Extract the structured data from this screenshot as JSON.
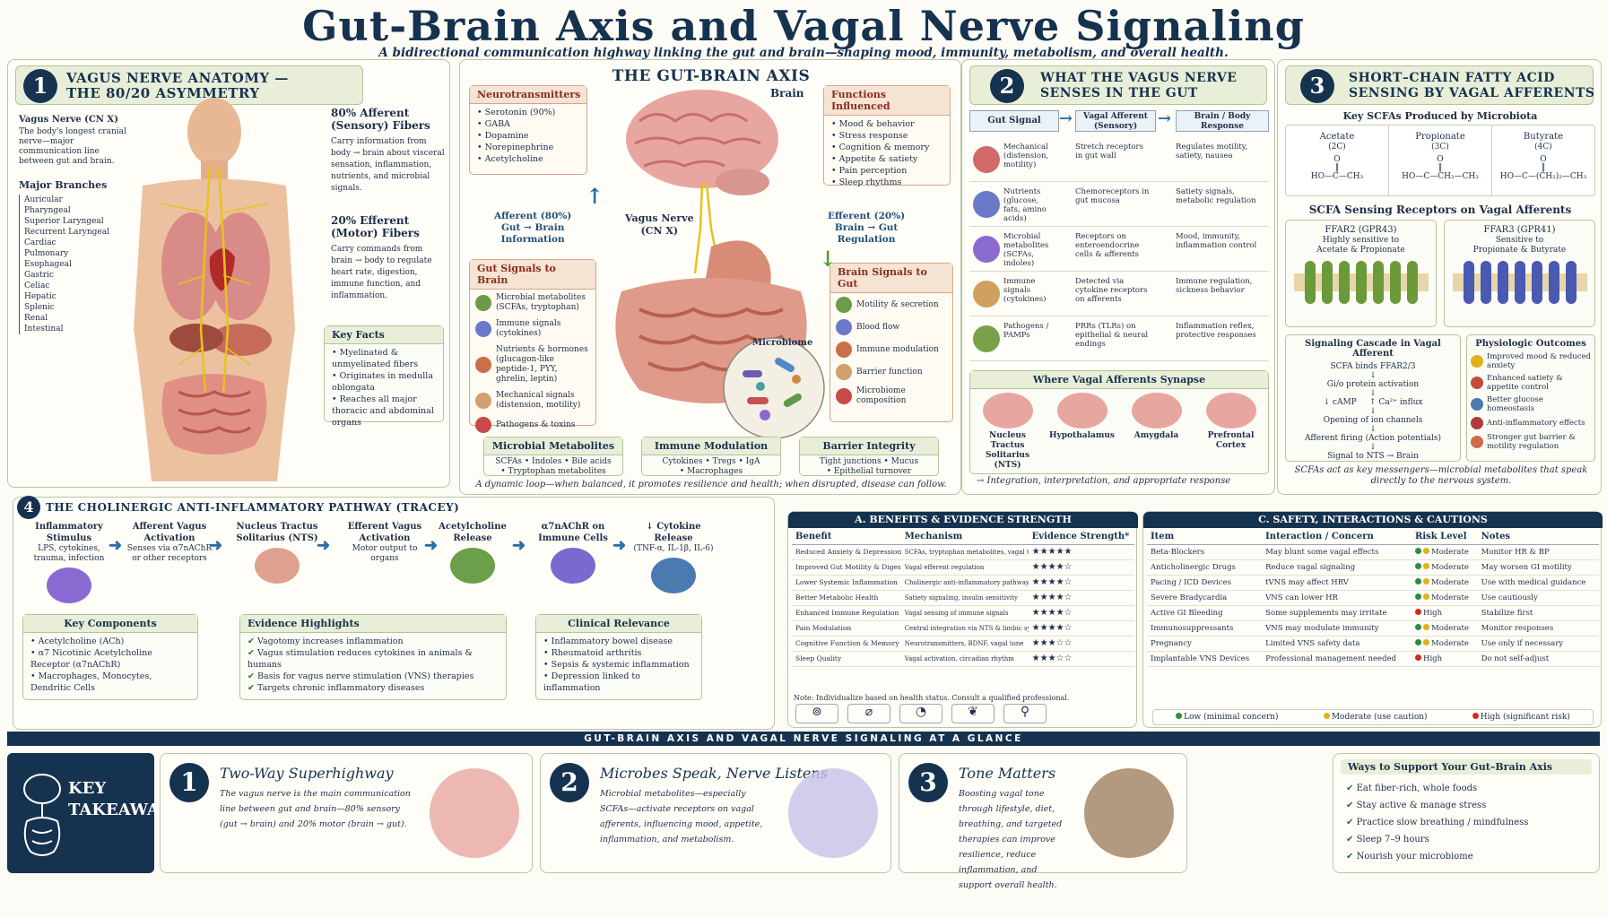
{
  "title": "Gut-Brain Axis and Vagal Nerve Signaling",
  "subtitle": "A bidirectional communication highway linking the gut and brain—shaping mood, immunity, metabolism, and overall health.",
  "s1": {
    "num": "1",
    "title": "VAGUS NERVE ANATOMY —\nTHE 80/20 ASYMMETRY",
    "vagus_title": "Vagus Nerve (CN X)",
    "vagus_desc": "The body's longest cranial nerve—major communication line between gut and brain.",
    "branches_title": "Major Branches",
    "branches": [
      "Auricular",
      "Pharyngeal",
      "Superior Laryngeal",
      "Recurrent Laryngeal",
      "Cardiac",
      "Pulmonary",
      "Esophageal",
      "Gastric",
      "Celiac",
      "Hepatic",
      "Splenic",
      "Renal",
      "Intestinal"
    ],
    "aff_title": "80% Afferent (Sensory) Fibers",
    "aff_desc": "Carry information from body → brain about visceral sensation, inflammation, nutrients, and microbial signals.",
    "eff_title": "20% Efferent (Motor) Fibers",
    "eff_desc": "Carry commands from brain → body to regulate heart rate, digestion, immune function, and inflammation.",
    "facts_title": "Key Facts",
    "facts": [
      "Myelinated & unmyelinated fibers",
      "Originates in medulla oblongata",
      "Reaches all major thoracic and abdominal organs"
    ]
  },
  "axis": {
    "title": "THE GUT-BRAIN AXIS",
    "brain": "Brain",
    "vagus": "Vagus Nerve\n(CN X)",
    "afferent": "Afferent (80%)\nGut → Brain\nInformation",
    "efferent": "Efferent (20%)\nBrain → Gut\nRegulation",
    "microbiome": "Microbiome",
    "nt_title": "Neurotransmitters",
    "nt": [
      "Serotonin (90%)",
      "GABA",
      "Dopamine",
      "Norepinephrine",
      "Acetylcholine"
    ],
    "fn_title": "Functions Influenced",
    "fn": [
      "Mood & behavior",
      "Stress response",
      "Cognition & memory",
      "Appetite & satiety",
      "Pain perception",
      "Sleep rhythms"
    ],
    "g2b_title": "Gut Signals to Brain",
    "g2b": [
      "Microbial metabolites (SCFAs, tryptophan)",
      "Immune signals (cytokines)",
      "Nutrients & hormones (glucagon-like peptide-1, PYY, ghrelin, leptin)",
      "Mechanical signals (distension, motility)",
      "Pathogens & toxins"
    ],
    "b2g_title": "Brain Signals to Gut",
    "b2g": [
      "Motility & secretion",
      "Blood flow",
      "Immune modulation",
      "Barrier function",
      "Microbiome composition"
    ],
    "mm_title": "Microbial Metabolites",
    "mm": "SCFAs • Indoles • Bile acids\n• Tryptophan metabolites",
    "im_title": "Immune Modulation",
    "im": "Cytokines • Tregs • IgA\n• Macrophages",
    "bi_title": "Barrier Integrity",
    "bi": "Tight junctions • Mucus\n• Epithelial turnover",
    "footer": "A dynamic loop—when balanced, it promotes resilience and health; when disrupted, disease can follow."
  },
  "s2": {
    "num": "2",
    "title": "WHAT THE VAGUS NERVE\nSENSES IN THE GUT",
    "col1": "Gut Signal",
    "col2": "Vagal Afferent\n(Sensory)",
    "col3": "Brain / Body\nResponse",
    "rows": [
      {
        "sig": "Mechanical (distension, motility)",
        "aff": "Stretch receptors in gut wall",
        "resp": "Regulates motility, satiety, nausea"
      },
      {
        "sig": "Nutrients (glucose, fats, amino acids)",
        "aff": "Chemoreceptors in gut mucosa",
        "resp": "Satiety signals, metabolic regulation"
      },
      {
        "sig": "Microbial metabolites (SCFAs, indoles)",
        "aff": "Receptors on enteroendocrine cells & afferents",
        "resp": "Mood, immunity, inflammation control"
      },
      {
        "sig": "Immune signals (cytokines)",
        "aff": "Detected via cytokine receptors on afferents",
        "resp": "Immune regulation, sickness behavior"
      },
      {
        "sig": "Pathogens / PAMPs",
        "aff": "PRRs (TLRs) on epithelial & neural endings",
        "resp": "Inflammation reflex, protective responses"
      }
    ],
    "syn_title": "Where Vagal Afferents Synapse",
    "syn": [
      "Nucleus Tractus Solitarius (NTS)",
      "Hypothalamus",
      "Amygdala",
      "Prefrontal Cortex"
    ],
    "syn_foot": "→ Integration, interpretation, and appropriate response"
  },
  "s3": {
    "num": "3",
    "title": "SHORT–CHAIN FATTY ACID\nSENSING BY VAGAL AFFERENTS",
    "key_title": "Key SCFAs Produced by Microbiota",
    "scfa": [
      {
        "n": "Acetate",
        "c": "(2C)",
        "f": "HO—C—CH₃"
      },
      {
        "n": "Propionate",
        "c": "(3C)",
        "f": "HO—C—CH₂—CH₃"
      },
      {
        "n": "Butyrate",
        "c": "(4C)",
        "f": "HO—C—(CH₂)₂—CH₃"
      }
    ],
    "rec_title": "SCFA Sensing Receptors on Vagal Afferents",
    "rec": [
      {
        "n": "FFAR2 (GPR43)",
        "d": "Highly sensitive to\nAcetate & Propionate"
      },
      {
        "n": "FFAR3 (GPR41)",
        "d": "Sensitive to\nPropionate & Butyrate"
      }
    ],
    "casc_title": "Signaling Cascade in Vagal Afferent",
    "casc": [
      "SCFA binds FFAR2/3",
      "Gi/o protein activation",
      "↓ cAMP     ↑ Ca²⁺ influx",
      "Opening of ion channels",
      "Afferent firing (Action potentials)",
      "Signal to NTS → Brain"
    ],
    "out_title": "Physiologic Outcomes",
    "out": [
      "Improved mood & reduced anxiety",
      "Enhanced satiety & appetite control",
      "Better glucose homeostasis",
      "Anti-inflammatory effects",
      "Stronger gut barrier & motility regulation"
    ],
    "foot": "SCFAs act as key messengers—microbial metabolites that speak directly to the nervous system."
  },
  "s4": {
    "num": "4",
    "title": "THE CHOLINERGIC ANTI-INFLAMMATORY PATHWAY (TRACEY)",
    "steps": [
      {
        "t": "Inflammatory Stimulus",
        "d": "LPS, cytokines, trauma, infection"
      },
      {
        "t": "Afferent Vagus Activation",
        "d": "Senses via α7nAChR or other receptors"
      },
      {
        "t": "Nucleus Tractus Solitarius (NTS)",
        "d": ""
      },
      {
        "t": "Efferent Vagus Activation",
        "d": "Motor output to organs"
      },
      {
        "t": "Acetylcholine Release",
        "d": ""
      },
      {
        "t": "α7nAChR on Immune Cells",
        "d": ""
      },
      {
        "t": "↓ Cytokine Release",
        "d": "(TNF-α, IL-1β, IL-6)"
      }
    ],
    "kc_title": "Key Components",
    "kc": [
      "Acetylcholine (ACh)",
      "α7 Nicotinic Acetylcholine Receptor (α7nAChR)",
      "Macrophages, Monocytes, Dendritic Cells"
    ],
    "ev_title": "Evidence Highlights",
    "ev": [
      "Vagotomy increases inflammation",
      "Vagus stimulation reduces cytokines in animals & humans",
      "Basis for vagus nerve stimulation (VNS) therapies",
      "Targets chronic inflammatory diseases"
    ],
    "cr_title": "Clinical Relevance",
    "cr": [
      "Inflammatory bowel disease",
      "Rheumatoid arthritis",
      "Sepsis & systemic inflammation",
      "Depression linked to inflammation"
    ]
  },
  "a": {
    "title": "A. BENEFITS & EVIDENCE STRENGTH",
    "cols": [
      "Benefit",
      "Mechanism",
      "Evidence Strength*"
    ],
    "rows": [
      [
        "Reduced Anxiety & Depression",
        "SCFAs, tryptophan metabolites, vagal tone",
        "★★★★★"
      ],
      [
        "Improved Gut Motility & Digestion",
        "Vagal efferent regulation",
        "★★★★☆"
      ],
      [
        "Lower Systemic Inflammation",
        "Cholinergic anti-inflammatory pathway",
        "★★★★☆"
      ],
      [
        "Better Metabolic Health",
        "Satiety signaling, insulin sensitivity",
        "★★★★☆"
      ],
      [
        "Enhanced Immune Regulation",
        "Vagal sensing of immune signals",
        "★★★★☆"
      ],
      [
        "Pain Modulation",
        "Central integration via NTS & limbic system",
        "★★★★☆"
      ],
      [
        "Cognitive Function & Memory",
        "Neurotransmitters, BDNF, vagal tone",
        "★★★☆☆"
      ],
      [
        "Sleep Quality",
        "Vagal activation, circadian rhythm",
        "★★★☆☆"
      ]
    ],
    "note": "Note: Individualize based on health status. Consult a qualified professional."
  },
  "c": {
    "title": "C. SAFETY, INTERACTIONS & CAUTIONS",
    "cols": [
      "Item",
      "Interaction / Concern",
      "Risk Level",
      "Notes"
    ],
    "rows": [
      [
        "Beta-Blockers",
        "May blunt some vagal effects",
        "Moderate",
        "Monitor HR & BP"
      ],
      [
        "Anticholinergic Drugs",
        "Reduce vagal signaling",
        "Moderate",
        "May worsen GI motility"
      ],
      [
        "Pacing / ICD Devices",
        "tVNS may affect HRV",
        "Moderate",
        "Use with medical guidance"
      ],
      [
        "Severe Bradycardia",
        "VNS can lower HR",
        "Moderate",
        "Use cautiously"
      ],
      [
        "Active GI Bleeding",
        "Some supplements may irritate",
        "High",
        "Stabilize first"
      ],
      [
        "Immunosuppressants",
        "VNS may modulate immunity",
        "Moderate",
        "Monitor responses"
      ],
      [
        "Pregnancy",
        "Limited VNS safety data",
        "Moderate",
        "Use only if necessary"
      ],
      [
        "Implantable VNS Devices",
        "Professional management needed",
        "High",
        "Do not self-adjust"
      ]
    ],
    "legend": [
      "Low (minimal concern)",
      "Moderate (use caution)",
      "High (significant risk)"
    ]
  },
  "glance": "GUT-BRAIN AXIS AND VAGAL NERVE SIGNALING AT A GLANCE",
  "kt": {
    "label": "KEY\nTAKEAWAYS",
    "items": [
      {
        "n": "1",
        "t": "Two-Way Superhighway",
        "d": "The vagus nerve is the main communication line between gut and brain—80% sensory (gut → brain) and 20% motor (brain → gut)."
      },
      {
        "n": "2",
        "t": "Microbes Speak, Nerve Listens",
        "d": "Microbial metabolites—especially SCFAs—activate receptors on vagal afferents, influencing mood, appetite, inflammation, and metabolism."
      },
      {
        "n": "3",
        "t": "Tone Matters",
        "d": "Boosting vagal tone through lifestyle, diet, breathing, and targeted therapies can improve resilience, reduce inflammation, and support overall health."
      }
    ],
    "ways_title": "Ways to Support Your Gut–Brain Axis",
    "ways": [
      "Eat fiber-rich, whole foods",
      "Stay active & manage stress",
      "Practice slow breathing / mindfulness",
      "Sleep 7–9 hours",
      "Nourish your microbiome"
    ]
  },
  "colors": {
    "navy": "#15324f",
    "green": "#e8eed8",
    "orange": "#f5e3d3"
  }
}
